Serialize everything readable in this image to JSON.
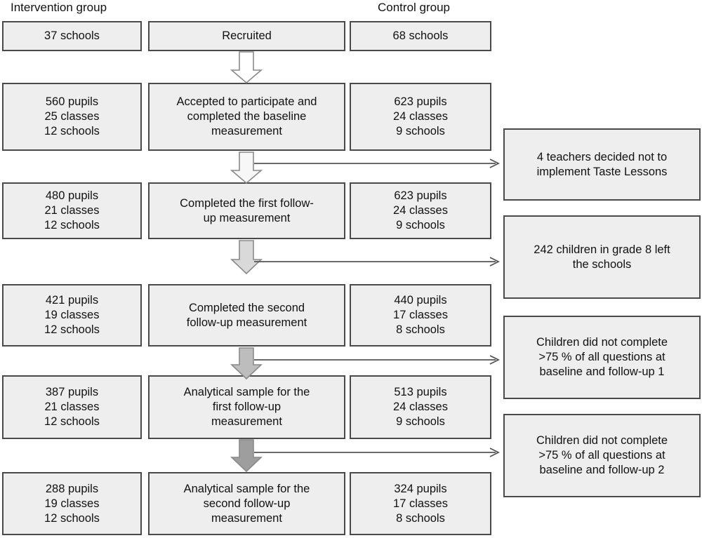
{
  "headers": {
    "intervention": "Intervention group",
    "control": "Control group"
  },
  "rows": [
    {
      "left": [
        "37 schools"
      ],
      "middle": [
        "Recruited"
      ],
      "right": [
        "68 schools"
      ]
    },
    {
      "left": [
        "560 pupils",
        "25 classes",
        "12 schools"
      ],
      "middle": [
        "Accepted to participate and",
        "completed the baseline",
        "measurement"
      ],
      "right": [
        "623 pupils",
        "24 classes",
        "9 schools"
      ]
    },
    {
      "left": [
        "480 pupils",
        "21 classes",
        "12 schools"
      ],
      "middle": [
        "Completed the first follow-",
        "up measurement"
      ],
      "right": [
        "623 pupils",
        "24 classes",
        "9 schools"
      ]
    },
    {
      "left": [
        "421 pupils",
        "19 classes",
        "12 schools"
      ],
      "middle": [
        "Completed the second",
        "follow-up measurement"
      ],
      "right": [
        "440 pupils",
        "17 classes",
        "8 schools"
      ]
    },
    {
      "left": [
        "387 pupils",
        "21 classes",
        "12 schools"
      ],
      "middle": [
        "Analytical sample for the",
        "first follow-up",
        "measurement"
      ],
      "right": [
        "513 pupils",
        "24 classes",
        "9 schools"
      ]
    },
    {
      "left": [
        "288 pupils",
        "19 classes",
        "12 schools"
      ],
      "middle": [
        "Analytical sample for the",
        "second follow-up",
        "measurement"
      ],
      "right": [
        "324 pupils",
        "17 classes",
        "8 schools"
      ]
    }
  ],
  "notes": [
    {
      "lines": [
        "4 teachers decided not to",
        "implement Taste Lessons"
      ]
    },
    {
      "lines": [
        "242 children in grade 8 left",
        "the schools"
      ]
    },
    {
      "lines": [
        "Children did not complete",
        ">75 % of all questions at",
        "baseline and follow-up 1"
      ]
    },
    {
      "lines": [
        "Children did not complete",
        ">75 % of all questions at",
        "baseline and follow-up 2"
      ]
    }
  ],
  "colors": {
    "box_fill": "#eeeeee",
    "box_border": "#4a4a4a",
    "arrow_1": "#ffffff",
    "arrow_2": "#f2f2f2",
    "arrow_3": "#d9d9d9",
    "arrow_4": "#bfbfbf",
    "arrow_5": "#a6a6a6",
    "arrow_outline": "#808080",
    "connector_line": "#555555"
  },
  "chart_data": {
    "type": "flowchart",
    "title": "Participant flow diagram",
    "stages": [
      {
        "stage": "Recruited",
        "intervention": {
          "schools": 37
        },
        "control": {
          "schools": 68
        }
      },
      {
        "stage": "Accepted to participate and completed the baseline measurement",
        "intervention": {
          "pupils": 560,
          "classes": 25,
          "schools": 12
        },
        "control": {
          "pupils": 623,
          "classes": 24,
          "schools": 9
        }
      },
      {
        "stage": "Completed the first follow-up measurement",
        "intervention": {
          "pupils": 480,
          "classes": 21,
          "schools": 12
        },
        "control": {
          "pupils": 623,
          "classes": 24,
          "schools": 9
        }
      },
      {
        "stage": "Completed the second follow-up measurement",
        "intervention": {
          "pupils": 421,
          "classes": 19,
          "schools": 12
        },
        "control": {
          "pupils": 440,
          "classes": 17,
          "schools": 8
        }
      },
      {
        "stage": "Analytical sample for the first follow-up measurement",
        "intervention": {
          "pupils": 387,
          "classes": 21,
          "schools": 12
        },
        "control": {
          "pupils": 513,
          "classes": 24,
          "schools": 9
        }
      },
      {
        "stage": "Analytical sample for the second follow-up measurement",
        "intervention": {
          "pupils": 288,
          "classes": 19,
          "schools": 12
        },
        "control": {
          "pupils": 324,
          "classes": 17,
          "schools": 8
        }
      }
    ],
    "exclusions": [
      {
        "after_stage": 2,
        "reason": "4 teachers decided not to implement Taste Lessons",
        "n": 4
      },
      {
        "after_stage": 3,
        "reason": "242 children in grade 8 left the schools",
        "n": 242
      },
      {
        "after_stage": 4,
        "reason": "Children did not complete >75 % of all questions at baseline and follow-up 1"
      },
      {
        "after_stage": 5,
        "reason": "Children did not complete >75 % of all questions at baseline and follow-up 2"
      }
    ]
  }
}
